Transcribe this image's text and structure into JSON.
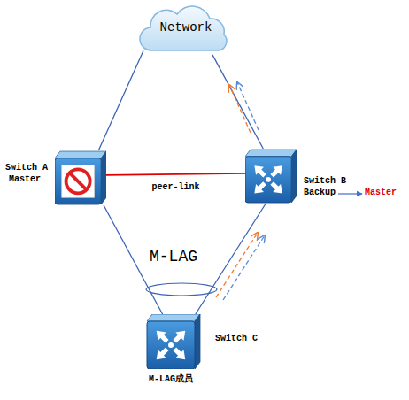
{
  "diagram": {
    "nodes": [
      {
        "text": [
          "Network"
        ]
      },
      {
        "text": [
          "Switch A",
          "Master"
        ]
      },
      {
        "text": [
          "Switch B",
          "Backup",
          "Master"
        ]
      },
      {
        "text": [
          "Switch C",
          "M-LAG成员"
        ]
      }
    ],
    "edges": [
      {
        "from": 0,
        "to": 1,
        "arrow": "none"
      },
      {
        "from": 0,
        "to": 2,
        "arrow": "none"
      },
      {
        "from": 1,
        "to": 2,
        "label": "peer-link",
        "arrow": "none"
      },
      {
        "from": 1,
        "to": 3,
        "arrow": "none"
      },
      {
        "from": 2,
        "to": 3,
        "arrow": "none"
      }
    ],
    "labels": [
      "M-LAG"
    ]
  }
}
